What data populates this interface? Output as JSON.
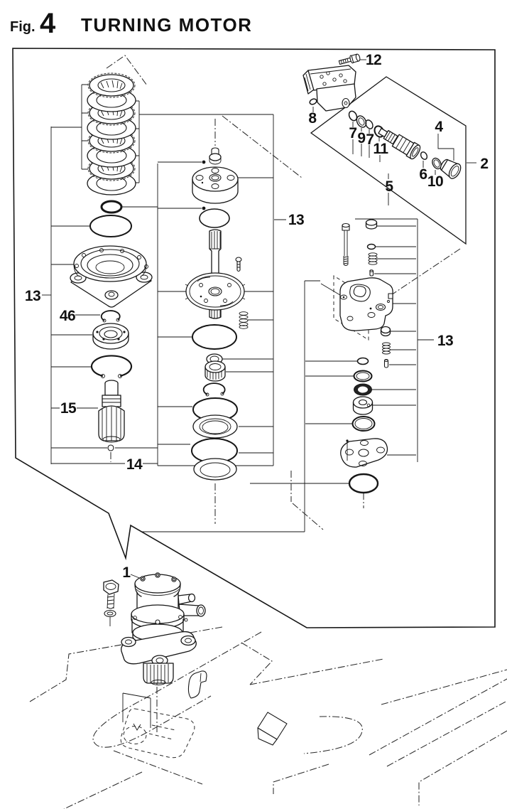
{
  "figure": {
    "fig_label": "Fig.",
    "fig_number": "4",
    "title": "TURNING MOTOR"
  },
  "style": {
    "ink_color": "#161616",
    "paper_color": "#ffffff"
  },
  "callouts": [
    {
      "id": "callout-12",
      "label": "12"
    },
    {
      "id": "callout-8",
      "label": "8"
    },
    {
      "id": "callout-7a",
      "label": "7"
    },
    {
      "id": "callout-9",
      "label": "9"
    },
    {
      "id": "callout-7b",
      "label": "7"
    },
    {
      "id": "callout-11",
      "label": "11"
    },
    {
      "id": "callout-4",
      "label": "4"
    },
    {
      "id": "callout-5",
      "label": "5"
    },
    {
      "id": "callout-6",
      "label": "6"
    },
    {
      "id": "callout-10",
      "label": "10"
    },
    {
      "id": "callout-2",
      "label": "2"
    },
    {
      "id": "callout-13-top",
      "label": "13"
    },
    {
      "id": "callout-13-left",
      "label": "13"
    },
    {
      "id": "callout-46",
      "label": "46"
    },
    {
      "id": "callout-15",
      "label": "15"
    },
    {
      "id": "callout-14",
      "label": "14"
    },
    {
      "id": "callout-13-right",
      "label": "13"
    },
    {
      "id": "callout-1",
      "label": "1"
    }
  ]
}
